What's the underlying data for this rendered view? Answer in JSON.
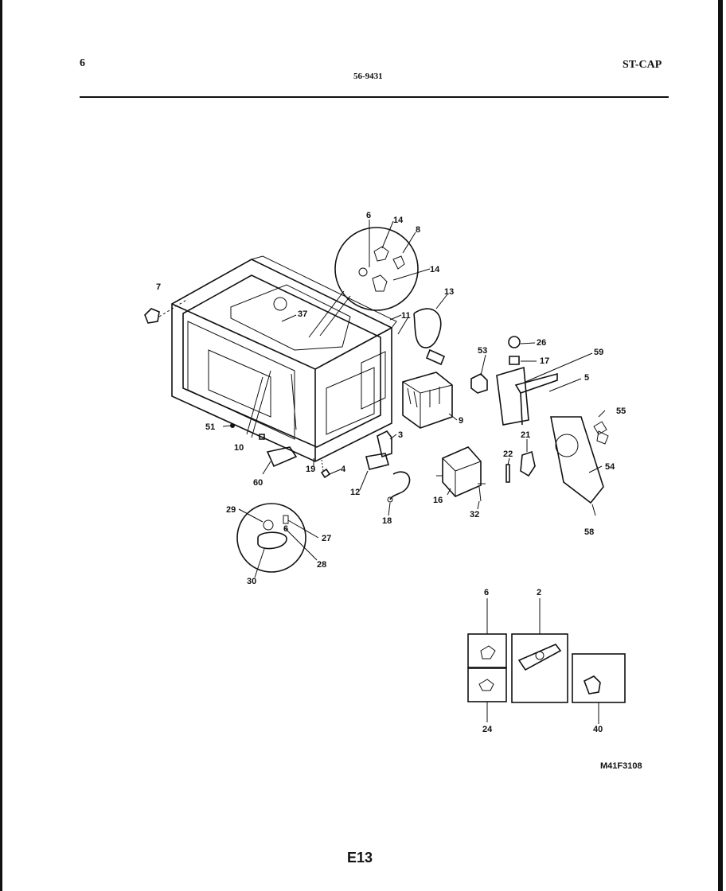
{
  "header": {
    "page_number": "6",
    "model_number": "56-9431",
    "section_code": "ST-CAP"
  },
  "footer": {
    "page_code": "E13",
    "drawing_id": "M41F3108"
  },
  "labels": {
    "l7": "7",
    "l6a": "6",
    "l14a": "14",
    "l8": "8",
    "l14b": "14",
    "l13": "13",
    "l11": "11",
    "l37": "37",
    "l53": "53",
    "l26": "26",
    "l17": "17",
    "l59": "59",
    "l5": "5",
    "l9": "9",
    "l3": "3",
    "l51": "51",
    "l10": "10",
    "l19": "19",
    "l4": "4",
    "l60": "60",
    "l12": "12",
    "l18": "18",
    "l16": "16",
    "l32": "32",
    "l21": "21",
    "l22": "22",
    "l55": "55",
    "l54": "54",
    "l58": "58",
    "l29": "29",
    "l27": "27",
    "l6b": "6",
    "l28": "28",
    "l30": "30",
    "l6c": "6",
    "l2": "2",
    "l24": "24",
    "l40": "40"
  }
}
